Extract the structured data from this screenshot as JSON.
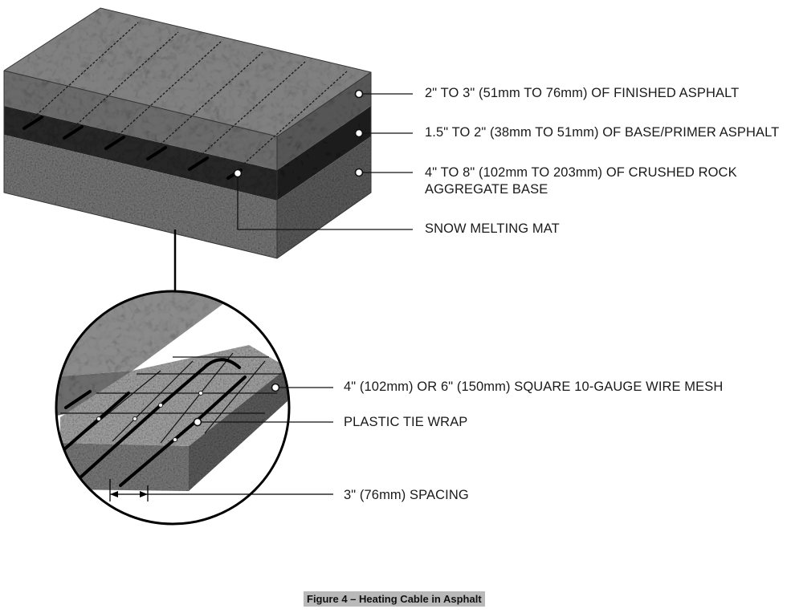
{
  "labels": {
    "finished_asphalt": "2\" TO 3\" (51mm TO 76mm) OF FINISHED ASPHALT",
    "base_asphalt": "1.5\" TO 2\" (38mm TO 51mm) OF BASE/PRIMER ASPHALT",
    "crushed_rock_line1": "4\" TO 8\" (102mm TO 203mm) OF CRUSHED ROCK",
    "crushed_rock_line2": "AGGREGATE BASE",
    "snow_mat": "SNOW MELTING MAT",
    "wire_mesh": "4\" (102mm) OR 6\" (150mm) SQUARE 10-GAUGE WIRE MESH",
    "tie_wrap": "PLASTIC TIE WRAP",
    "spacing": "3\" (76mm) SPACING"
  },
  "caption": "Figure 4 – Heating Cable in Asphalt",
  "colors": {
    "asphalt_top": "#7e7e7e",
    "asphalt_side": "#5c5c5c",
    "base_dark": "#262626",
    "rock": "#767676",
    "rock_dark": "#505050",
    "caption_bg": "#b9b9b9"
  }
}
